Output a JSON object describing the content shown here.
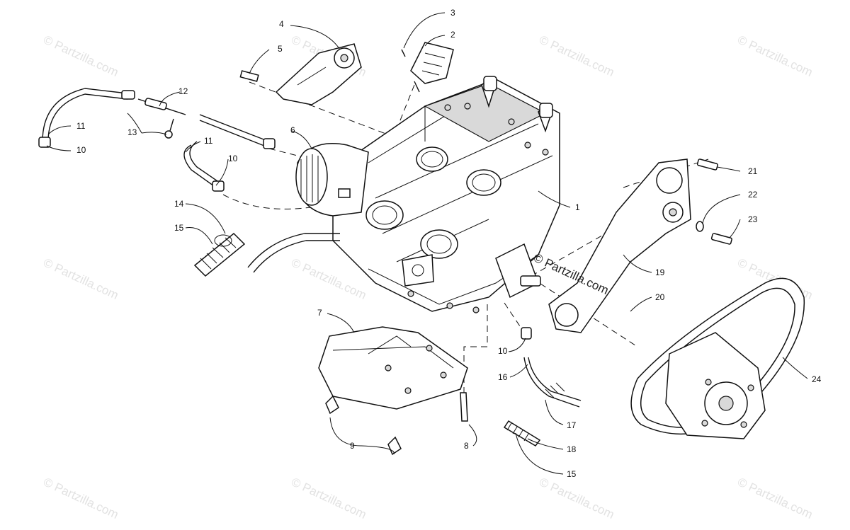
{
  "watermark": {
    "text": "© Partzilla.com"
  },
  "callouts": [
    {
      "id": "c1",
      "label": "1"
    },
    {
      "id": "c2",
      "label": "2"
    },
    {
      "id": "c3",
      "label": "3"
    },
    {
      "id": "c4",
      "label": "4"
    },
    {
      "id": "c5",
      "label": "5"
    },
    {
      "id": "c6",
      "label": "6"
    },
    {
      "id": "c7",
      "label": "7"
    },
    {
      "id": "c8",
      "label": "8"
    },
    {
      "id": "c9",
      "label": "9"
    },
    {
      "id": "c10a",
      "label": "10"
    },
    {
      "id": "c10b",
      "label": "10"
    },
    {
      "id": "c10c",
      "label": "10"
    },
    {
      "id": "c11a",
      "label": "11"
    },
    {
      "id": "c11b",
      "label": "11"
    },
    {
      "id": "c12",
      "label": "12"
    },
    {
      "id": "c13",
      "label": "13"
    },
    {
      "id": "c14",
      "label": "14"
    },
    {
      "id": "c15a",
      "label": "15"
    },
    {
      "id": "c15b",
      "label": "15"
    },
    {
      "id": "c16",
      "label": "16"
    },
    {
      "id": "c17",
      "label": "17"
    },
    {
      "id": "c18",
      "label": "18"
    },
    {
      "id": "c19",
      "label": "19"
    },
    {
      "id": "c20",
      "label": "20"
    },
    {
      "id": "c21",
      "label": "21"
    },
    {
      "id": "c22",
      "label": "22"
    },
    {
      "id": "c23",
      "label": "23"
    },
    {
      "id": "c24",
      "label": "24"
    }
  ]
}
